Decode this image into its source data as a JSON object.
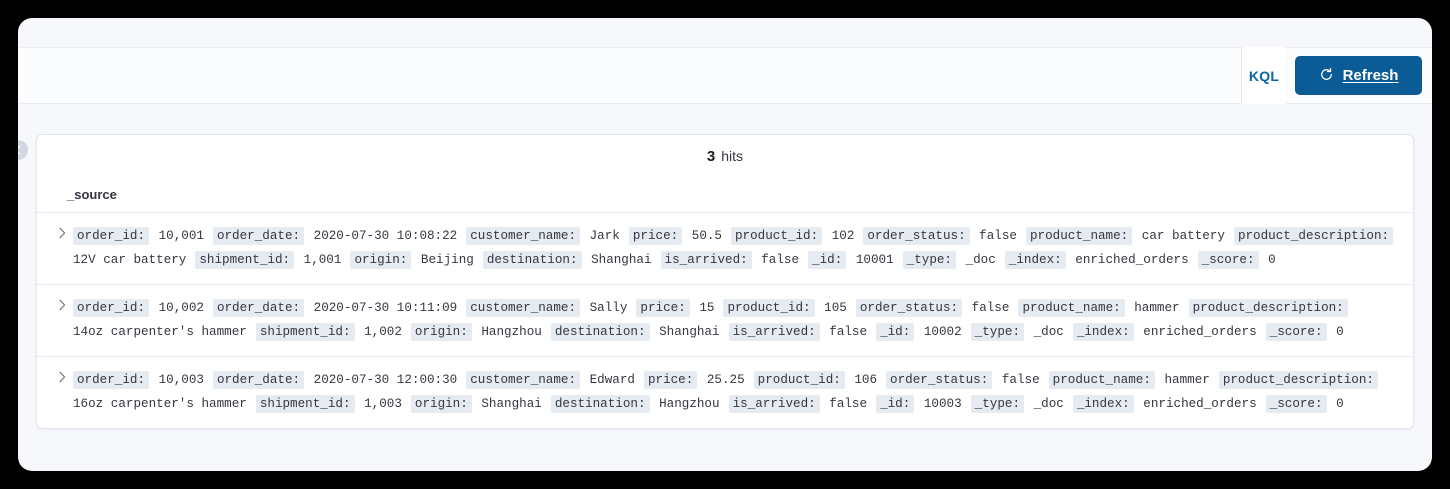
{
  "search": {
    "query_value": "",
    "placeholder": "",
    "language_badge": "KQL"
  },
  "toolbar": {
    "refresh_label": "Refresh",
    "refresh_icon": "refresh-icon",
    "refresh_bg": "#0b5c96"
  },
  "sidebar_toggle": {
    "icon": "chevron-left-icon"
  },
  "results": {
    "hits_count": "3",
    "hits_label": "hits",
    "column_header": "_source",
    "expand_icon": "chevron-right-icon",
    "rows": [
      {
        "fields": [
          {
            "name": "order_id:",
            "value": "10,001"
          },
          {
            "name": "order_date:",
            "value": "2020-07-30 10:08:22"
          },
          {
            "name": "customer_name:",
            "value": "Jark"
          },
          {
            "name": "price:",
            "value": "50.5"
          },
          {
            "name": "product_id:",
            "value": "102"
          },
          {
            "name": "order_status:",
            "value": "false"
          },
          {
            "name": "product_name:",
            "value": "car battery"
          },
          {
            "name": "product_description:",
            "value": "12V car battery"
          },
          {
            "name": "shipment_id:",
            "value": "1,001"
          },
          {
            "name": "origin:",
            "value": "Beijing"
          },
          {
            "name": "destination:",
            "value": "Shanghai"
          },
          {
            "name": "is_arrived:",
            "value": "false"
          },
          {
            "name": "_id:",
            "value": "10001"
          },
          {
            "name": "_type:",
            "value": "_doc"
          },
          {
            "name": "_index:",
            "value": "enriched_orders"
          },
          {
            "name": "_score:",
            "value": "0"
          }
        ]
      },
      {
        "fields": [
          {
            "name": "order_id:",
            "value": "10,002"
          },
          {
            "name": "order_date:",
            "value": "2020-07-30 10:11:09"
          },
          {
            "name": "customer_name:",
            "value": "Sally"
          },
          {
            "name": "price:",
            "value": "15"
          },
          {
            "name": "product_id:",
            "value": "105"
          },
          {
            "name": "order_status:",
            "value": "false"
          },
          {
            "name": "product_name:",
            "value": "hammer"
          },
          {
            "name": "product_description:",
            "value": "14oz carpenter's hammer"
          },
          {
            "name": "shipment_id:",
            "value": "1,002"
          },
          {
            "name": "origin:",
            "value": "Hangzhou"
          },
          {
            "name": "destination:",
            "value": "Shanghai"
          },
          {
            "name": "is_arrived:",
            "value": "false"
          },
          {
            "name": "_id:",
            "value": "10002"
          },
          {
            "name": "_type:",
            "value": "_doc"
          },
          {
            "name": "_index:",
            "value": "enriched_orders"
          },
          {
            "name": "_score:",
            "value": "0"
          }
        ]
      },
      {
        "fields": [
          {
            "name": "order_id:",
            "value": "10,003"
          },
          {
            "name": "order_date:",
            "value": "2020-07-30 12:00:30"
          },
          {
            "name": "customer_name:",
            "value": "Edward"
          },
          {
            "name": "price:",
            "value": "25.25"
          },
          {
            "name": "product_id:",
            "value": "106"
          },
          {
            "name": "order_status:",
            "value": "false"
          },
          {
            "name": "product_name:",
            "value": "hammer"
          },
          {
            "name": "product_description:",
            "value": "16oz carpenter's hammer"
          },
          {
            "name": "shipment_id:",
            "value": "1,003"
          },
          {
            "name": "origin:",
            "value": "Shanghai"
          },
          {
            "name": "destination:",
            "value": "Hangzhou"
          },
          {
            "name": "is_arrived:",
            "value": "false"
          },
          {
            "name": "_id:",
            "value": "10003"
          },
          {
            "name": "_type:",
            "value": "_doc"
          },
          {
            "name": "_index:",
            "value": "enriched_orders"
          },
          {
            "name": "_score:",
            "value": "0"
          }
        ]
      }
    ]
  }
}
